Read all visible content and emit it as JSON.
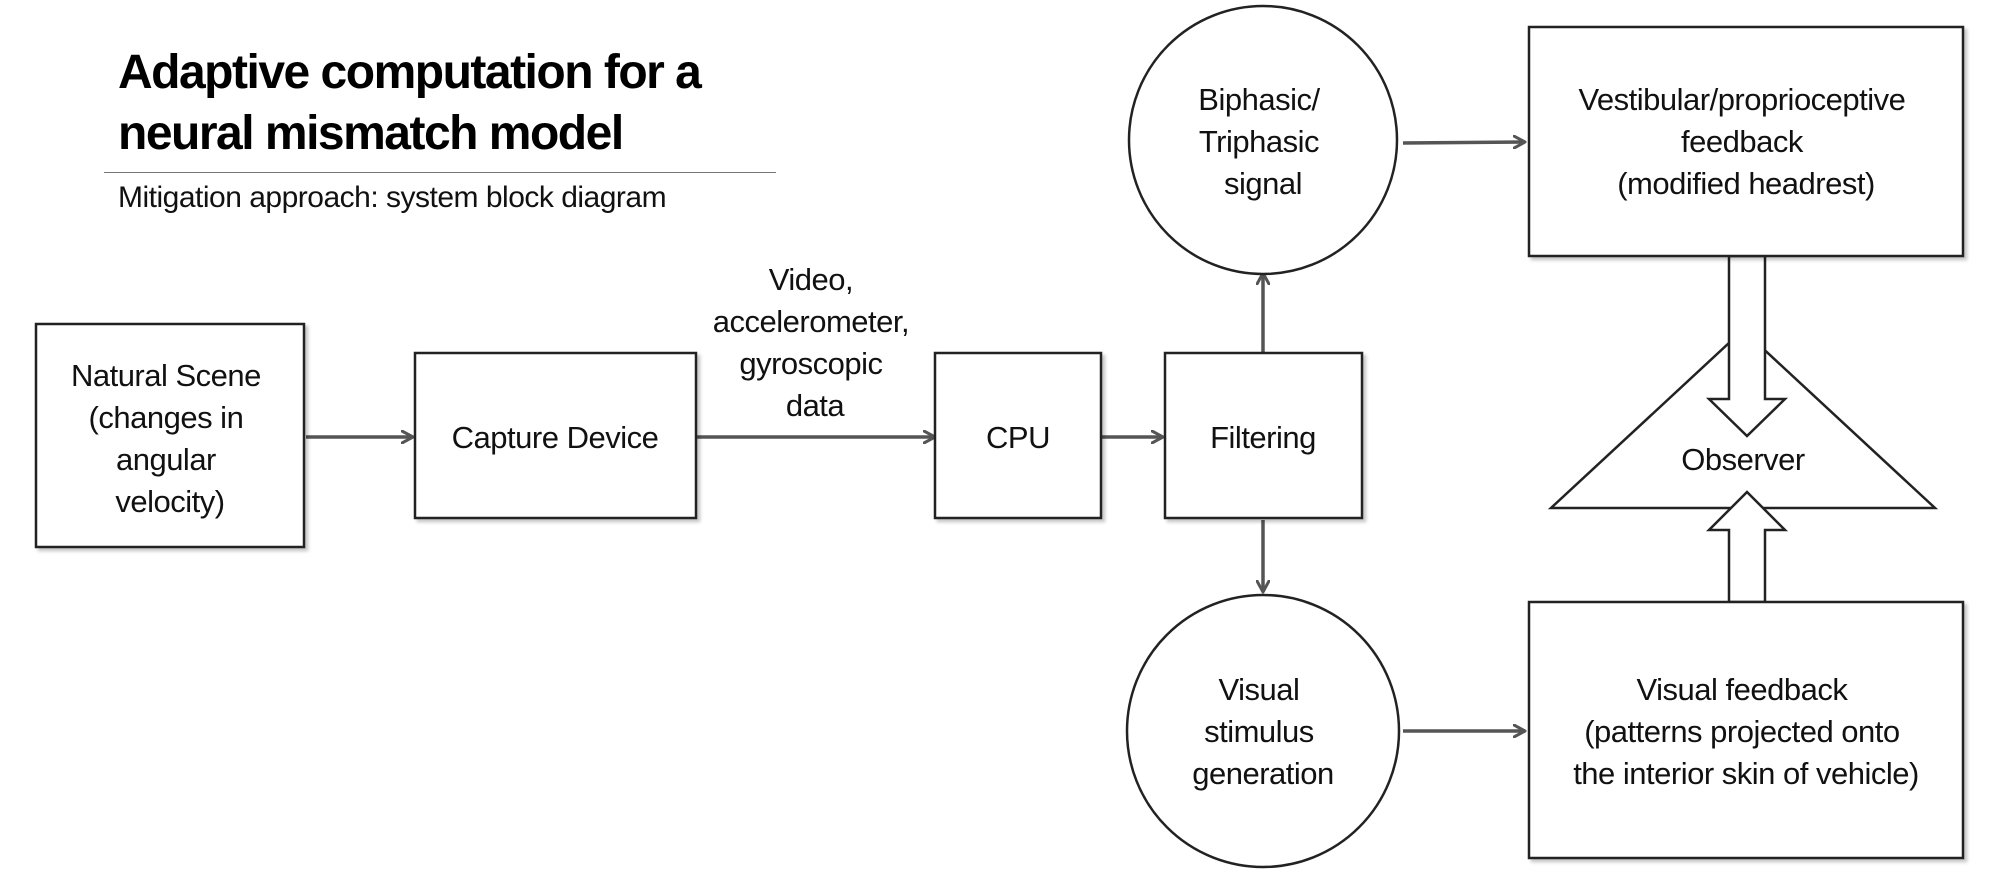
{
  "header": {
    "title": "Adaptive computation for a neural mismatch model",
    "subtitle": "Mitigation approach: system block diagram"
  },
  "nodes": {
    "natural_scene": [
      "Natural Scene",
      "(changes in",
      "angular",
      "velocity)"
    ],
    "capture_device": [
      "Capture Device"
    ],
    "cpu": [
      "CPU"
    ],
    "filtering": [
      "Filtering"
    ],
    "biphasic": [
      "Biphasic/",
      "Triphasic",
      "signal"
    ],
    "visual_stimulus": [
      "Visual",
      "stimulus",
      "generation"
    ],
    "vestibular": [
      "Vestibular/proprioceptive",
      "feedback",
      "(modified headrest)"
    ],
    "visual_feedback": [
      "Visual feedback",
      "(patterns projected onto",
      "the interior skin of vehicle)"
    ],
    "observer": [
      "Observer"
    ]
  },
  "edge_labels": {
    "capture_to_cpu": [
      "Video,",
      "accelerometer,",
      "gyroscopic",
      "data"
    ]
  },
  "colors": {
    "stroke": "#333333",
    "arrow": "#555555",
    "box_shadow": "#cfcfcf",
    "text": "#111111"
  }
}
